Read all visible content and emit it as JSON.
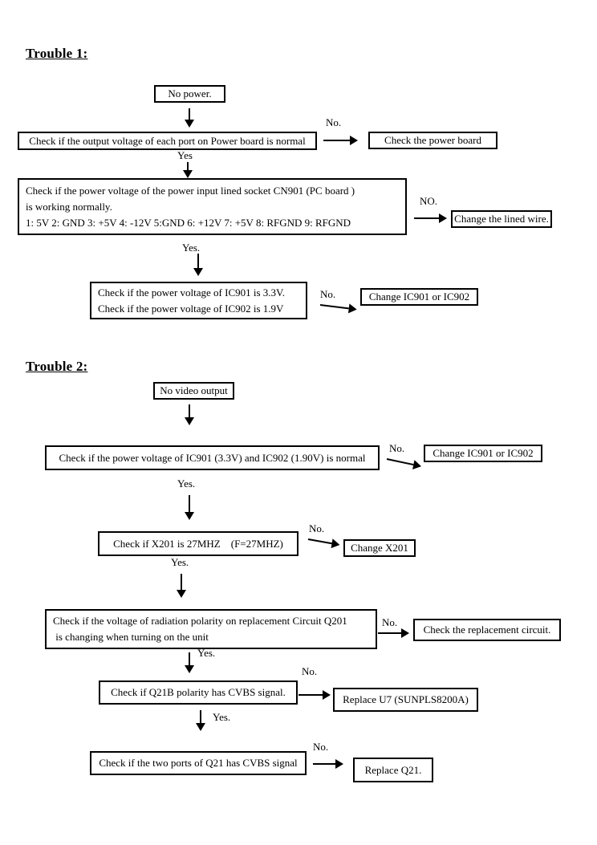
{
  "colors": {
    "ink": "#000000",
    "paper": "#ffffff"
  },
  "trouble1": {
    "heading": "Trouble 1:",
    "start": "No power.",
    "check_output": "Check if the output voltage of each port on Power board is normal",
    "no1": "No.",
    "check_power_board": "Check the power board",
    "yes1": "Yes",
    "cn901_lines": [
      "Check if the power voltage of the power input lined socket CN901 (PC board )",
      "is working normally.",
      "1: 5V 2: GND 3: +5V 4: -12V 5:GND 6: +12V 7: +5V 8: RFGND 9: RFGND"
    ],
    "no2": "NO.",
    "change_lined_wire": "Change the lined wire.",
    "yes2": "Yes.",
    "ic_lines": [
      "Check if the power voltage of IC901 is 3.3V.",
      "Check if the power voltage of IC902 is 1.9V"
    ],
    "no3": "No.",
    "change_ic": "Change IC901 or IC902"
  },
  "trouble2": {
    "heading": "Trouble 2:",
    "start": "No video output",
    "check_ic": "Check if the power voltage of IC901 (3.3V) and IC902 (1.90V) is normal",
    "no1": "No.",
    "change_ic": "Change IC901 or IC902",
    "yes1": "Yes.",
    "check_x201": "Check if X201 is 27MHZ    (F=27MHZ)",
    "no2": "No.",
    "change_x201": "Change X201",
    "yes2": "Yes.",
    "q201_lines": [
      "Check if the voltage of radiation polarity on replacement Circuit Q201",
      " is changing when turning on the unit"
    ],
    "no3": "No.",
    "check_replacement": "Check the replacement circuit.",
    "yes3": "Yes.",
    "check_q21b": "Check if Q21B polarity has CVBS signal.",
    "no4": "No.",
    "replace_u7": "Replace U7 (SUNPLS8200A)",
    "yes4": "Yes.",
    "check_q21": "Check if the two ports of Q21 has CVBS signal",
    "no5": "No.",
    "replace_q21": "Replace Q21."
  }
}
